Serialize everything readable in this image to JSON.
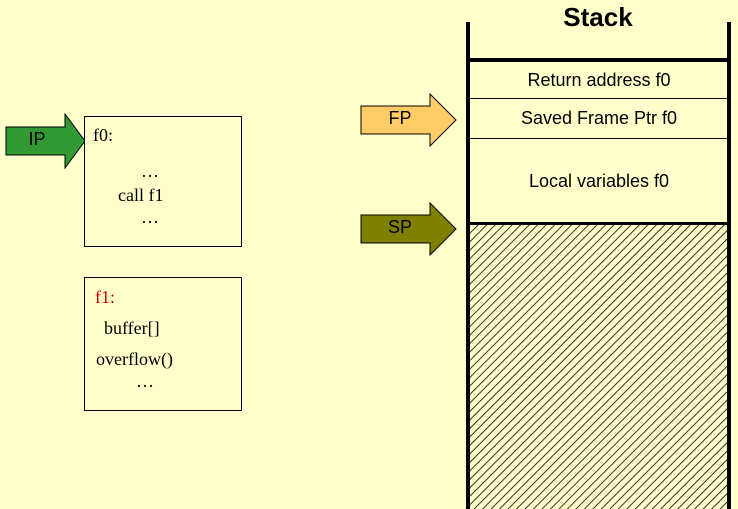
{
  "colors": {
    "background": "#ffffcc",
    "ip_arrow": "#339933",
    "fp_arrow": "#ffcc66",
    "sp_arrow": "#808000",
    "f1_label": "#cc0000"
  },
  "arrows": {
    "ip": "IP",
    "fp": "FP",
    "sp": "SP"
  },
  "f0_box": {
    "label": "f0:",
    "line1": "…",
    "line2": "call f1",
    "line3": "…"
  },
  "f1_box": {
    "label": "f1:",
    "line1": "buffer[]",
    "line2": "overflow()",
    "line3": "…"
  },
  "stack": {
    "title": "Stack",
    "frames": [
      "Return address f0",
      "Saved Frame Ptr f0",
      "Local variables f0"
    ]
  }
}
